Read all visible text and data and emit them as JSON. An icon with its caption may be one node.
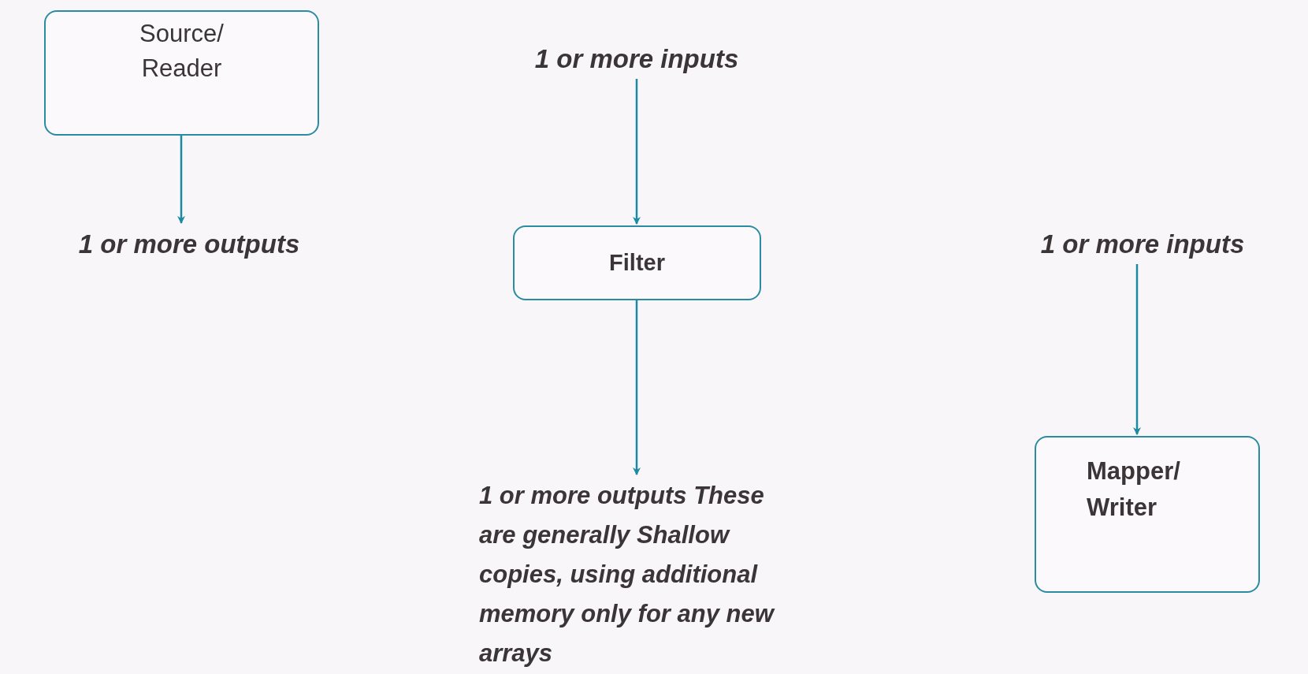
{
  "diagram": {
    "nodes": [
      {
        "text": [
          "Source/ Reader"
        ]
      },
      {
        "text": [
          "1 or more outputs"
        ]
      },
      {
        "text": [
          "1 or more inputs"
        ]
      },
      {
        "text": [
          "Filter"
        ]
      },
      {
        "text": [
          "1 or more outputs These are generally Shallow copies, using additional memory only for any new arrays"
        ]
      },
      {
        "text": [
          "1 or more inputs"
        ]
      },
      {
        "text": [
          "Mapper/ Writer"
        ]
      }
    ],
    "edges": [
      {
        "from": 0,
        "to": 1,
        "arrow": "to"
      },
      {
        "from": 2,
        "to": 3,
        "arrow": "to"
      },
      {
        "from": 3,
        "to": 4,
        "arrow": "to"
      },
      {
        "from": 5,
        "to": 6,
        "arrow": "to"
      }
    ]
  }
}
